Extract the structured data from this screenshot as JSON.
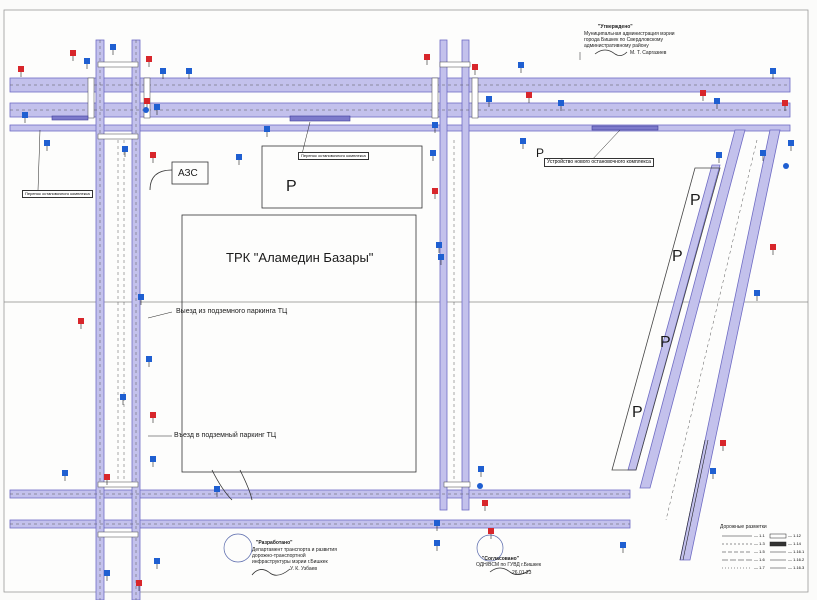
{
  "approval": {
    "title": "\"Утверждено\"",
    "line1": "Муниципальная администрация мэрии",
    "line2": "города Бишкек по Свердловскому",
    "line3": "административному району",
    "signer": "М. Т. Саргазиев"
  },
  "developed": {
    "title": "\"Разработано\"",
    "line1": "Департамент транспорта и развития",
    "line2": "дорожно-транспортной",
    "line3": "инфраструктуры мэрии г.Бишкек",
    "signer": "У. К. Узбаев"
  },
  "agreed": {
    "title": "\"Согласовано\"",
    "line1": "ОДН/ВСМ по ГУВД г.Бишкек",
    "date": "26.01.23"
  },
  "map_labels": {
    "mall": "ТРК \"Аламедин Базары\"",
    "gas_station": "АЗС",
    "parking": "P",
    "underground_exit": "Выезд из подземного паркинга ТЦ",
    "underground_entry": "Въезд в подземный паркинг ТЦ",
    "new_stop": "Устройство нового остановочного комплекса",
    "stop_transfer": "Перенос остановочного комплекса",
    "stop_transfer_left": "Перенос остановочного комплекса"
  },
  "legend": {
    "title": "Дорожные разметки",
    "items_left": [
      "1.1",
      "1.3",
      "1.5",
      "1.6",
      "1.7"
    ],
    "items_right": [
      "1.12",
      "1.14",
      "1.16.1",
      "1.16.2",
      "1.16.3"
    ]
  },
  "colors": {
    "road": "#b9b7e6",
    "road_edge": "#6f6cc4",
    "lines": "#222222",
    "sign_blue": "#1f5fd1",
    "sign_red": "#d8262b"
  }
}
